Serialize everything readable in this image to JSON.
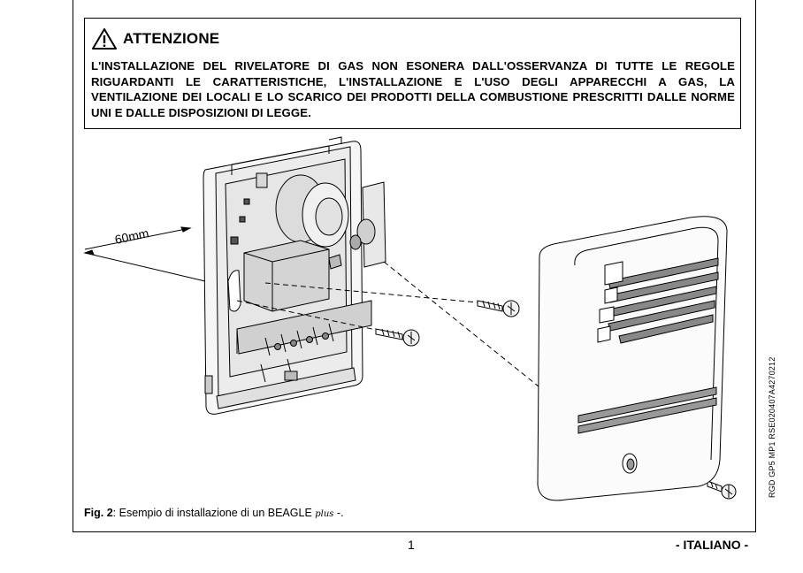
{
  "warning": {
    "icon": "warning-triangle-icon",
    "title": "ATTENZIONE",
    "text": "L'INSTALLAZIONE DEL RIVELATORE DI GAS NON ESONERA DALL'OSSERVANZA DI TUTTE LE REGOLE RIGUARDANTI LE CARATTERISTICHE, L'INSTALLAZIONE E L'USO DEGLI APPARECCHI A GAS, LA VENTILAZIONE DEI LOCALI E LO SCARICO DEI PRODOTTI DELLA COMBUSTIONE PRESCRITTI DALLE NORME UNI E DALLE DISPOSIZIONI DI LEGGE."
  },
  "figure": {
    "dimension_label": "60mm",
    "caption_label": "Fig. 2",
    "caption_text": ": Esempio di installazione di un BEAGLE ",
    "caption_plus": "plus",
    "caption_end": " -."
  },
  "doc_code": "RGD GP5 MP1 RSE020407A4270212",
  "footer": {
    "page_number": "1",
    "language": "- ITALIANO -"
  }
}
